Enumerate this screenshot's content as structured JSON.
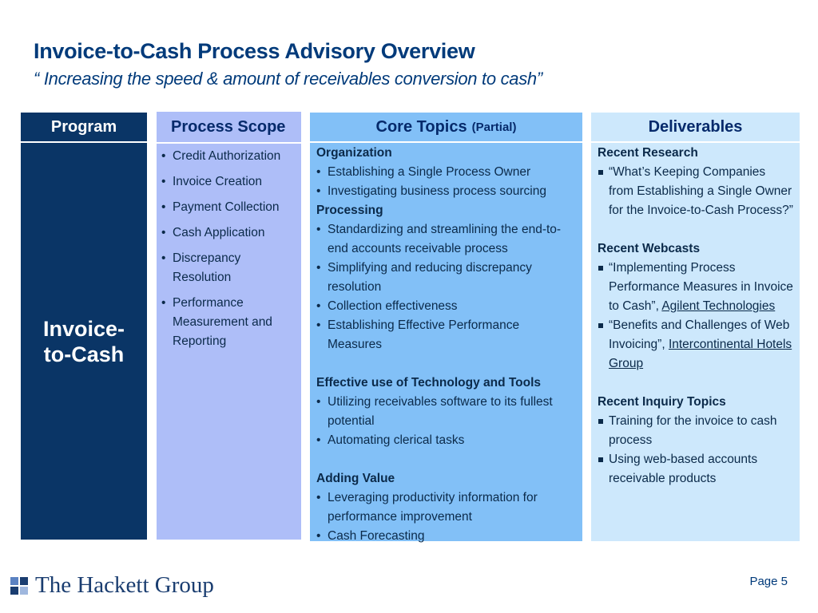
{
  "title": "Invoice-to-Cash Process Advisory Overview",
  "subtitle": "“ Increasing the speed & amount of receivables conversion to cash”",
  "columns": {
    "program": {
      "header": "Program",
      "value": "Invoice-to-Cash"
    },
    "scope": {
      "header": "Process Scope",
      "items": [
        "Credit Authorization",
        "Invoice Creation",
        "Payment Collection",
        "Cash Application",
        "Discrepancy Resolution",
        "Performance Measurement and Reporting"
      ]
    },
    "core": {
      "header": "Core Topics",
      "header_note": "(Partial)",
      "sections": [
        {
          "heading": "Organization",
          "items": [
            "Establishing a Single Process Owner",
            "Investigating business process sourcing"
          ]
        },
        {
          "heading": "Processing",
          "items": [
            "Standardizing and streamlining the end-to-end accounts receivable process",
            "Simplifying and reducing discrepancy resolution",
            "Collection effectiveness",
            "Establishing Effective Performance Measures"
          ]
        },
        {
          "heading": "Effective use of Technology and Tools",
          "items": [
            "Utilizing receivables software to its fullest potential",
            "Automating clerical tasks"
          ]
        },
        {
          "heading": "Adding Value",
          "items": [
            "Leveraging productivity information for performance improvement",
            "Cash Forecasting"
          ]
        }
      ]
    },
    "deliverables": {
      "header": "Deliverables",
      "research_heading": "Recent Research",
      "research_item": "“What’s Keeping Companies from Establishing a Single Owner for the Invoice-to-Cash Process?”",
      "webcasts_heading": "Recent Webcasts",
      "webcast1_text": "“Implementing Process Performance Measures in Invoice to Cash”, ",
      "webcast1_link": "Agilent Technologies",
      "webcast2_text": "“Benefits and Challenges of Web Invoicing”, ",
      "webcast2_link": "Intercontinental Hotels Group",
      "inquiry_heading": "Recent Inquiry Topics",
      "inquiry_items": [
        "Training for the invoice to cash process",
        "Using web-based accounts receivable products"
      ]
    }
  },
  "footer": {
    "logo_text": "The Hackett Group",
    "page": "Page 5"
  },
  "colors": {
    "navy": "#0a3566",
    "scope": "#aebef8",
    "core": "#82c0f7",
    "deliverables": "#cde8fc"
  }
}
